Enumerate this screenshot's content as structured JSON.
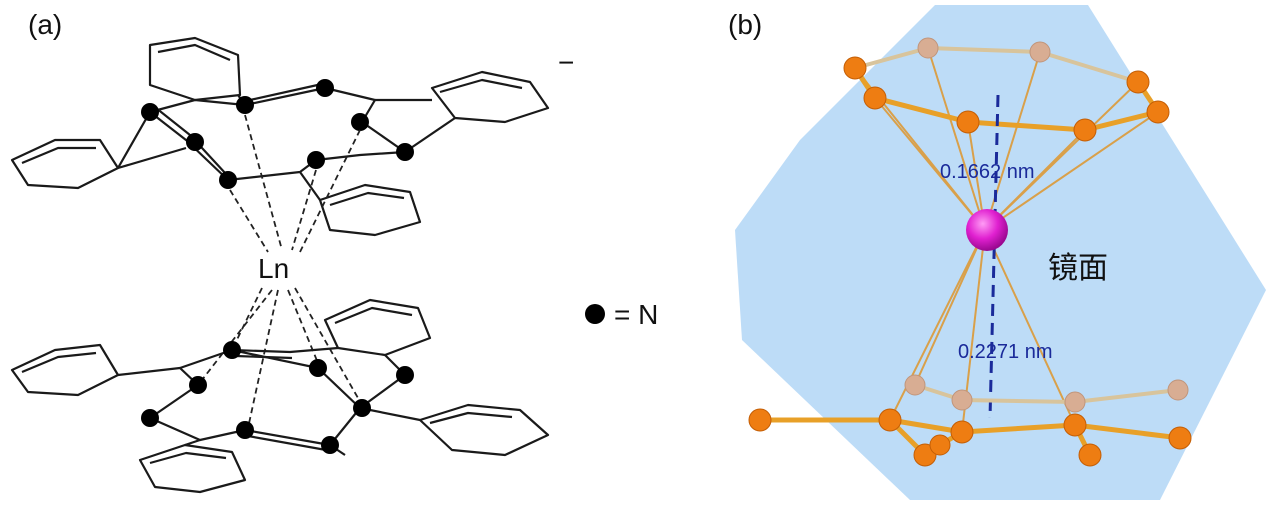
{
  "panel_a": {
    "label": "(a)",
    "metal_label": "Ln",
    "charge_label": "−",
    "legend_text": "= N"
  },
  "panel_b": {
    "label": "(b)",
    "distance_top": "0.1662 nm",
    "distance_bottom": "0.2271 nm",
    "mirror_label": "镜面"
  },
  "colors": {
    "mirror_plane": "#b9daf7",
    "atom_carbon": "#ee7d12",
    "atom_faded": "#d8ad93",
    "metal_center": "#e020d0",
    "axis_line": "#1a2a9a",
    "bonds": "#e8a028"
  }
}
